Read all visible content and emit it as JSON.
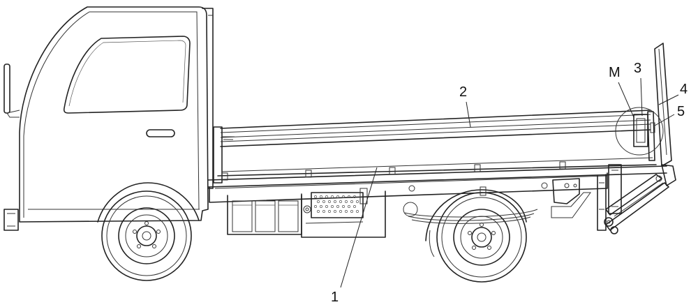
{
  "figure": {
    "labels": {
      "l1": "1",
      "l2": "2",
      "l3": "3",
      "l4": "4",
      "l5": "5",
      "lM": "M"
    }
  }
}
